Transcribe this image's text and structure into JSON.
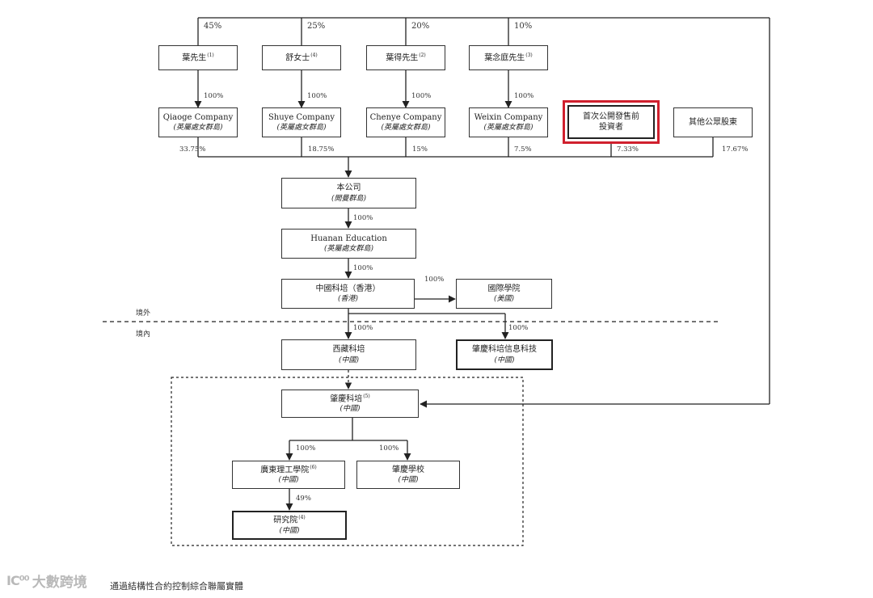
{
  "top_shares": [
    "45%",
    "25%",
    "20%",
    "10%"
  ],
  "founders": [
    {
      "name": "葉先生",
      "note": "(1)"
    },
    {
      "name": "舒女士",
      "note": "(4)"
    },
    {
      "name": "葉得先生",
      "note": "(2)"
    },
    {
      "name": "葉念庭先生",
      "note": "(3)"
    }
  ],
  "founder_to_holding_pct": "100%",
  "holdings": [
    {
      "name": "Qiaoge Company",
      "jurisdiction": "(英屬處女群島)",
      "stake": "33.75%"
    },
    {
      "name": "Shuye Company",
      "jurisdiction": "(英屬處女群島)",
      "stake": "18.75%"
    },
    {
      "name": "Chenye Company",
      "jurisdiction": "(英屬處女群島)",
      "stake": "15%"
    },
    {
      "name": "Weixin Company",
      "jurisdiction": "(英屬處女群島)",
      "stake": "7.5%"
    }
  ],
  "ipo_investors": {
    "line1": "首次公開發售前",
    "line2": "投資者",
    "stake": "7.33%"
  },
  "public_shareholders": {
    "name": "其他公眾股東",
    "stake": "17.67%"
  },
  "company": {
    "name": "本公司",
    "jurisdiction": "(開曼群島)"
  },
  "huanan": {
    "name": "Huanan Education",
    "jurisdiction": "(英屬處女群島)"
  },
  "hk": {
    "name": "中國科培（香港）",
    "jurisdiction": "(香港)"
  },
  "intl": {
    "name": "國際學院",
    "jurisdiction": "(美國)"
  },
  "pct_company_huanan": "100%",
  "pct_huanan_hk": "100%",
  "pct_hk_intl": "100%",
  "pct_hk_tibet": "100%",
  "pct_hk_tech": "100%",
  "zone_offshore": "境外",
  "zone_onshore": "境內",
  "tibet": {
    "name": "西藏科培",
    "jurisdiction": "(中國)"
  },
  "tech": {
    "name": "肇慶科培信息科技",
    "jurisdiction": "(中國)"
  },
  "zhaoqing": {
    "name": "肇慶科培",
    "note": "(5)",
    "jurisdiction": "(中國)"
  },
  "pct_zq_guangdong": "100%",
  "pct_zq_school": "100%",
  "guangdong": {
    "name": "廣東理工學院",
    "note": "(6)",
    "jurisdiction": "(中國)"
  },
  "zq_school": {
    "name": "肇慶學校",
    "jurisdiction": "(中國)"
  },
  "pct_gd_institute": "49%",
  "institute": {
    "name": "研究院",
    "note": "(4)",
    "jurisdiction": "(中國)"
  },
  "footnote": "通過結構性合約控制綜合聯屬實體",
  "watermark": {
    "logo": "IC⁰⁰",
    "text": "大數跨境"
  },
  "colors": {
    "highlight": "#d0202e",
    "line": "#222222"
  }
}
